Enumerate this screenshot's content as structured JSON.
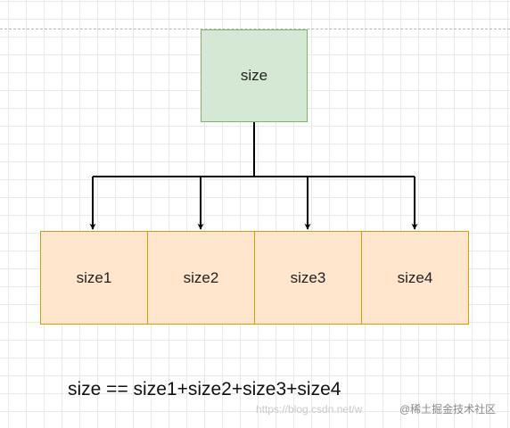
{
  "diagram": {
    "root": {
      "label": "size",
      "fill": "#d5e8d4",
      "stroke": "#82b366"
    },
    "children": [
      {
        "label": "size1"
      },
      {
        "label": "size2"
      },
      {
        "label": "size3"
      },
      {
        "label": "size4"
      }
    ],
    "child_fill": "#ffe6cc",
    "child_stroke": "#d79b00",
    "edges": [
      {
        "from": "size",
        "to": "size1"
      },
      {
        "from": "size",
        "to": "size2"
      },
      {
        "from": "size",
        "to": "size3"
      },
      {
        "from": "size",
        "to": "size4"
      }
    ],
    "equation": "size == size1+size2+size3+size4"
  },
  "overlay": {
    "watermark": "https://blog.csdn.net/w",
    "credit": "@稀土掘金技术社区"
  }
}
